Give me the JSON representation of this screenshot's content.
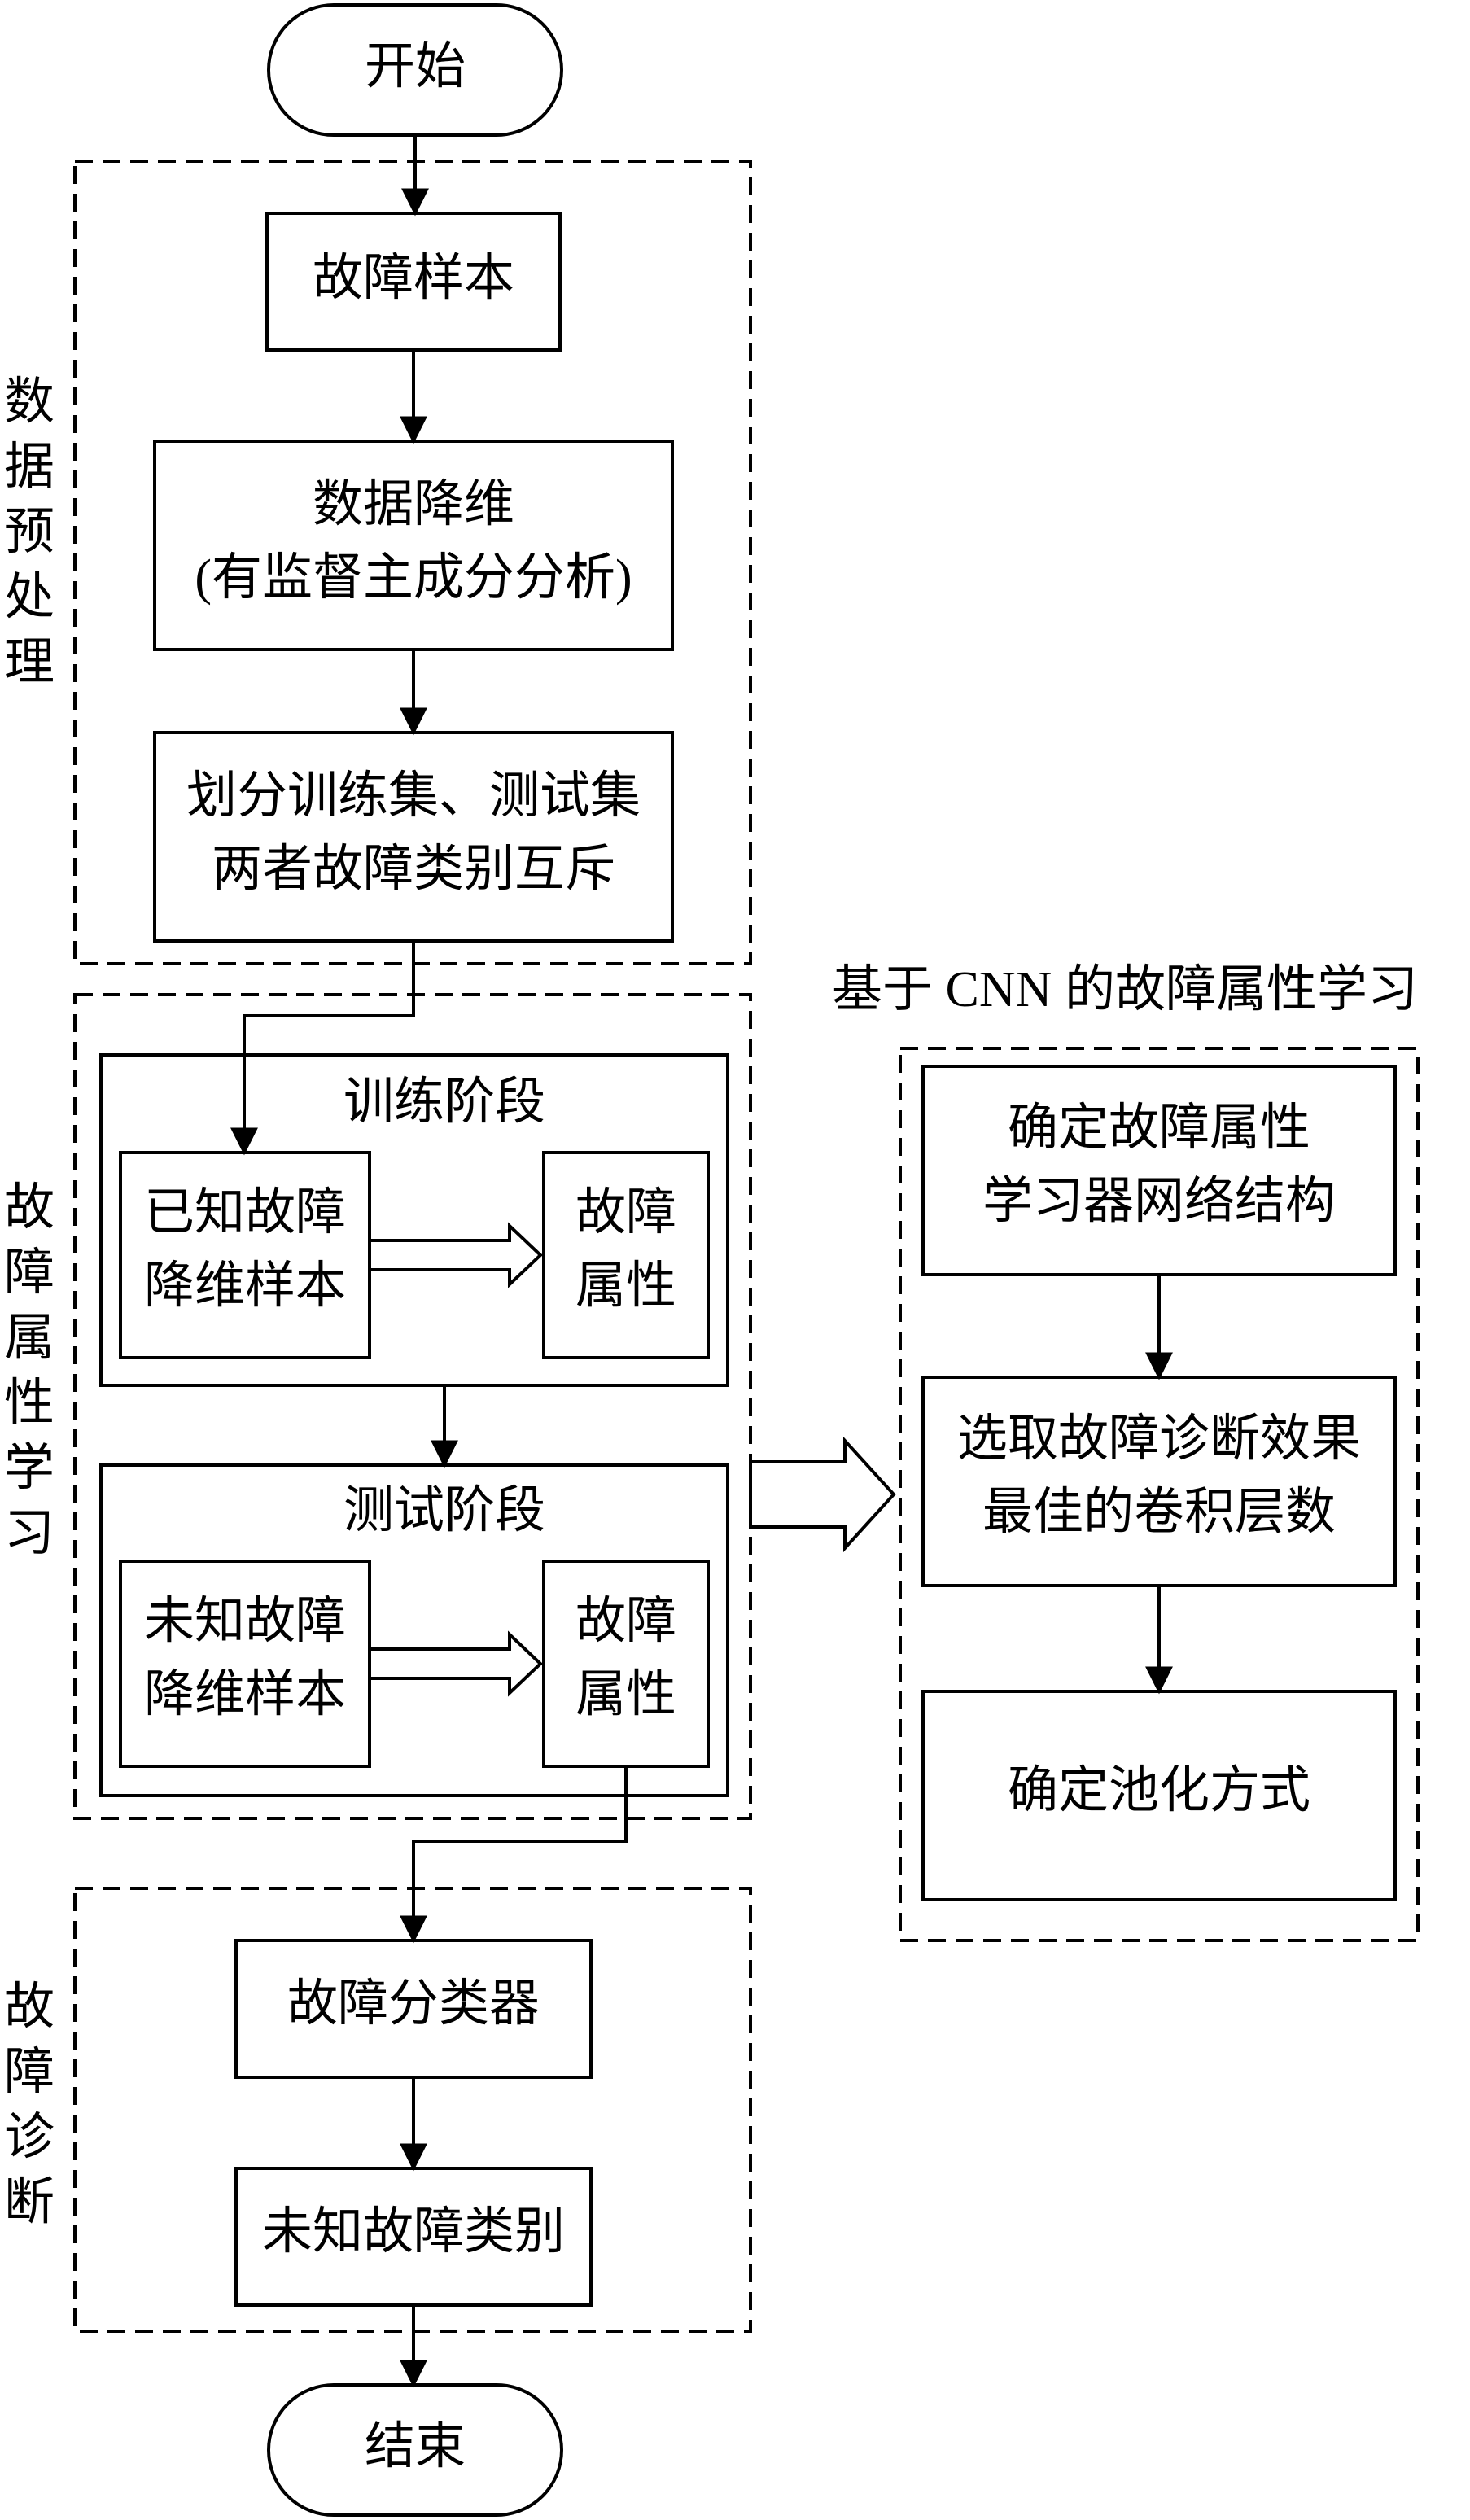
{
  "nodes": {
    "start": "开始",
    "end": "结束",
    "fault_samples": "故障样本",
    "dim_reduction": [
      "数据降维",
      "(有监督主成分分析)"
    ],
    "split": [
      "划分训练集、测试集",
      "两者故障类别互斥"
    ],
    "train_stage": "训练阶段",
    "known_samples": [
      "已知故障",
      "降维样本"
    ],
    "train_attr": [
      "故障",
      "属性"
    ],
    "test_stage": "测试阶段",
    "unknown_samples": [
      "未知故障",
      "降维样本"
    ],
    "test_attr": [
      "故障",
      "属性"
    ],
    "classifier": "故障分类器",
    "unknown_class": "未知故障类别",
    "net_structure": [
      "确定故障属性",
      "学习器网络结构"
    ],
    "conv_layers": [
      "选取故障诊断效果",
      "最佳的卷积层数"
    ],
    "pooling": "确定池化方式"
  },
  "groups": {
    "preprocess": [
      "数",
      "据",
      "预",
      "处",
      "理"
    ],
    "attr_learning": [
      "故",
      "障",
      "属",
      "性",
      "学",
      "习"
    ],
    "diagnosis": [
      "故",
      "障",
      "诊",
      "断"
    ],
    "cnn_title": "基于 CNN 的故障属性学习"
  }
}
